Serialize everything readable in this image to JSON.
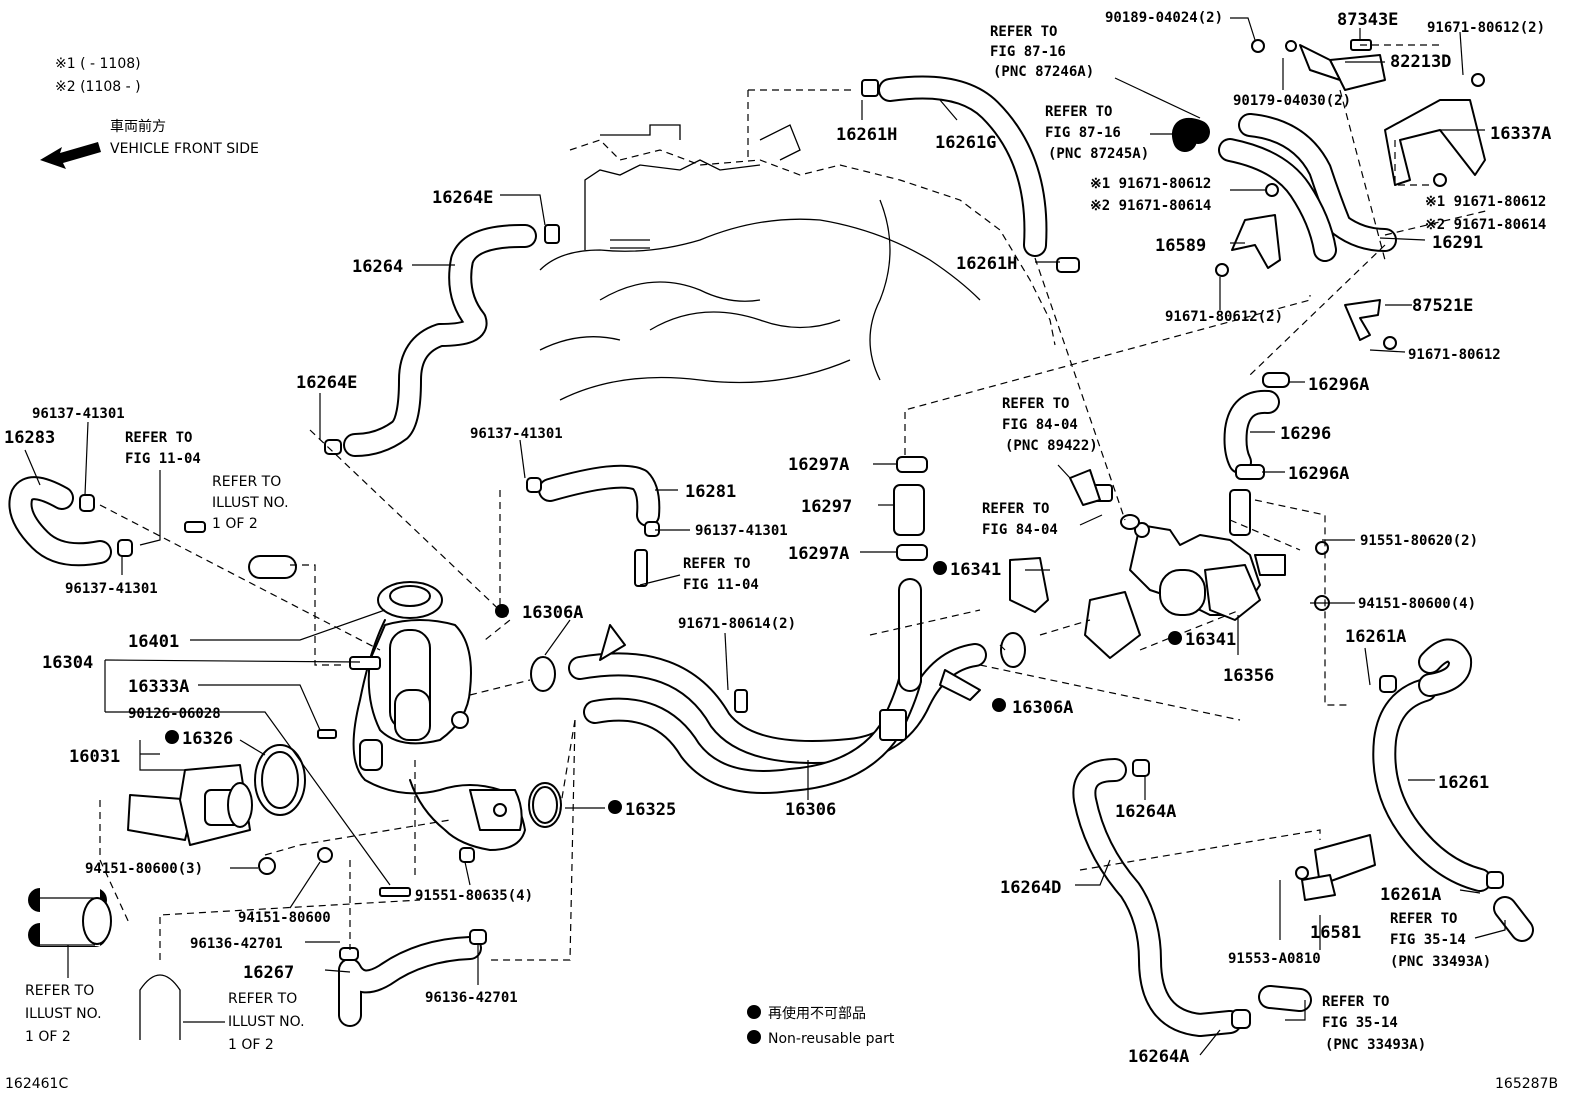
{
  "notes": {
    "n1": "※1 (        - 1108)",
    "n2": "※2 (1108 -        )",
    "front_jp": "車両前方",
    "front_en": "VEHICLE FRONT SIDE",
    "legend_jp": "再使用不可部品",
    "legend_en": "Non-reusable part",
    "code_left": "162461C",
    "code_right": "165287B"
  },
  "labels": {
    "p90189": "90189-04024(2)",
    "p87343E": "87343E",
    "p91671_80612_2a": "91671-80612(2)",
    "p82213D": "82213D",
    "p90179": "90179-04030(2)",
    "p16337A": "16337A",
    "p91671_80612_s1": "※1 91671-80612",
    "p91671_80614_s2": "※2 91671-80614",
    "p16291": "16291",
    "p16589": "16589",
    "p91671_80612_2b": "91671-80612(2)",
    "p87521E": "87521E",
    "p91671_80612": "91671-80612",
    "pL_s1": "※1 91671-80612",
    "pL_s2": "※2 91671-80614",
    "p16261H_top": "16261H",
    "p16261G": "16261G",
    "p16261H": "16261H",
    "p16264E_top": "16264E",
    "p16264": "16264",
    "p16264E": "16264E",
    "p96137_a": "96137-41301",
    "p16283": "16283",
    "p96137_b": "96137-41301",
    "p96137_c": "96137-41301",
    "p16281": "16281",
    "p96137_d": "96137-41301",
    "p16296A_top": "16296A",
    "p16296": "16296",
    "p16296A": "16296A",
    "p16297A_top": "16297A",
    "p16297": "16297",
    "p16297A": "16297A",
    "p16341_top": "16341",
    "p16341": "16341",
    "p91551_80620": "91551-80620(2)",
    "p94151_80600_4": "94151-80600(4)",
    "p16356": "16356",
    "p16261A_top": "16261A",
    "p16261": "16261",
    "p16261A": "16261A",
    "p16306A_left": "16306A",
    "p16306A": "16306A",
    "p91671_80614_2": "91671-80614(2)",
    "p16306": "16306",
    "p16401": "16401",
    "p16304": "16304",
    "p16333A": "16333A",
    "p90126": "90126-06028",
    "p16031": "16031",
    "p16326": "16326",
    "p16325": "16325",
    "p94151_80600_3": "94151-80600(3)",
    "p94151_80600": "94151-80600",
    "p91551_80635": "91551-80635(4)",
    "p96136_a": "96136-42701",
    "p16267": "16267",
    "p96136_b": "96136-42701",
    "p16264A_top": "16264A",
    "p16264D": "16264D",
    "p16264A": "16264A",
    "p16581": "16581",
    "p91553": "91553-A0810",
    "p16261A_low": "16261A"
  },
  "refs": {
    "r87_16_a": [
      "REFER TO",
      "FIG 87-16",
      "(PNC 87246A)"
    ],
    "r87_16_b": [
      "REFER TO",
      "FIG 87-16",
      "(PNC 87245A)"
    ],
    "r84_04_a": [
      "REFER TO",
      "FIG 84-04",
      "(PNC 89422)"
    ],
    "r84_04_b": [
      "REFER TO",
      "FIG 84-04"
    ],
    "r11_04_a": [
      "REFER TO",
      "FIG 11-04"
    ],
    "r11_04_b": [
      "REFER TO",
      "FIG 11-04"
    ],
    "r_illust_a": [
      "REFER TO",
      "ILLUST NO.",
      "1 OF 2"
    ],
    "r_illust_b": [
      "REFER TO",
      "ILLUST NO.",
      "1 OF 2"
    ],
    "r_illust_c": [
      "REFER TO",
      "ILLUST NO.",
      "1 OF 2"
    ],
    "r35_14_a": [
      "REFER TO",
      "FIG 35-14",
      "(PNC 33493A)"
    ],
    "r35_14_b": [
      "REFER TO",
      "FIG 35-14",
      "(PNC 33493A)"
    ]
  }
}
